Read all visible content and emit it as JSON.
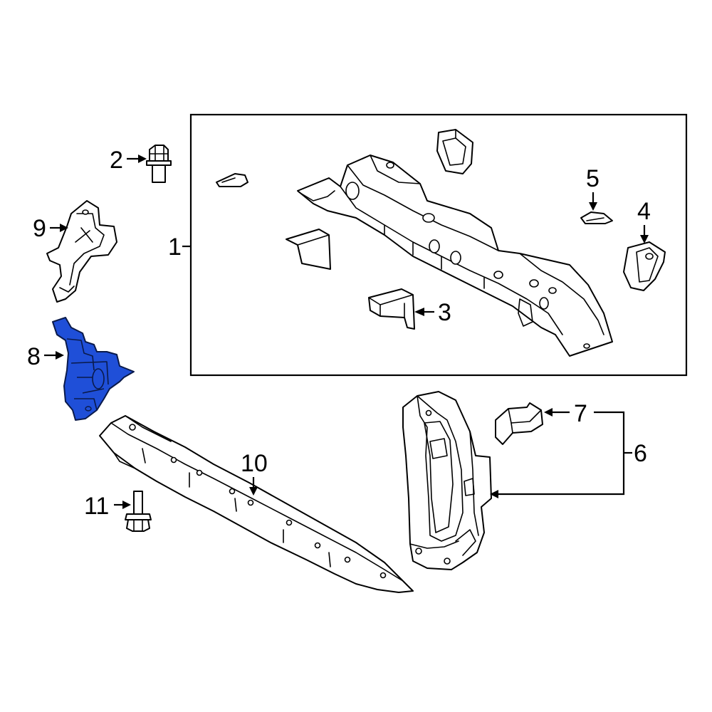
{
  "callouts": {
    "c1": "1",
    "c2": "2",
    "c3": "3",
    "c4": "4",
    "c5": "5",
    "c6": "6",
    "c7": "7",
    "c8": "8",
    "c9": "9",
    "c10": "10",
    "c11": "11"
  },
  "colors": {
    "highlight": "#1f4fd8",
    "line": "#000000",
    "background": "#ffffff"
  }
}
